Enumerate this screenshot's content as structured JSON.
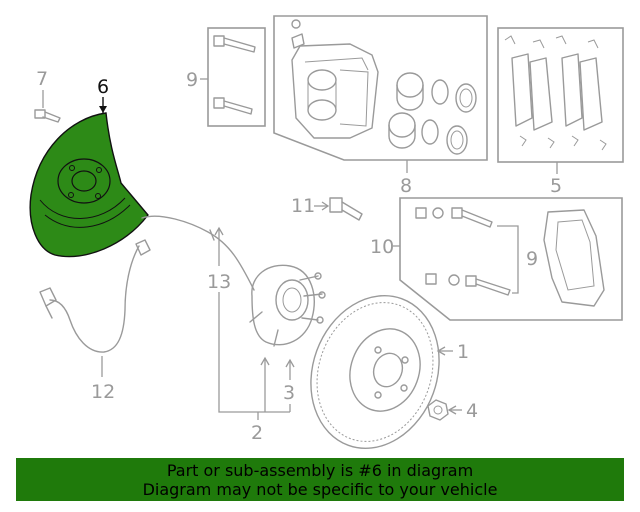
{
  "callouts": {
    "c1": "1",
    "c2": "2",
    "c3": "3",
    "c4": "4",
    "c5": "5",
    "c6": "6",
    "c7": "7",
    "c8": "8",
    "c9a": "9",
    "c9b": "9",
    "c10": "10",
    "c11": "11",
    "c12": "12",
    "c13": "13"
  },
  "highlight": {
    "part_number": "6",
    "color": "#2d8a17"
  },
  "banner": {
    "line1": "Part or sub-assembly is #6 in diagram",
    "line2": "Diagram may not be specific to your vehicle",
    "color": "#1f7a0b"
  }
}
